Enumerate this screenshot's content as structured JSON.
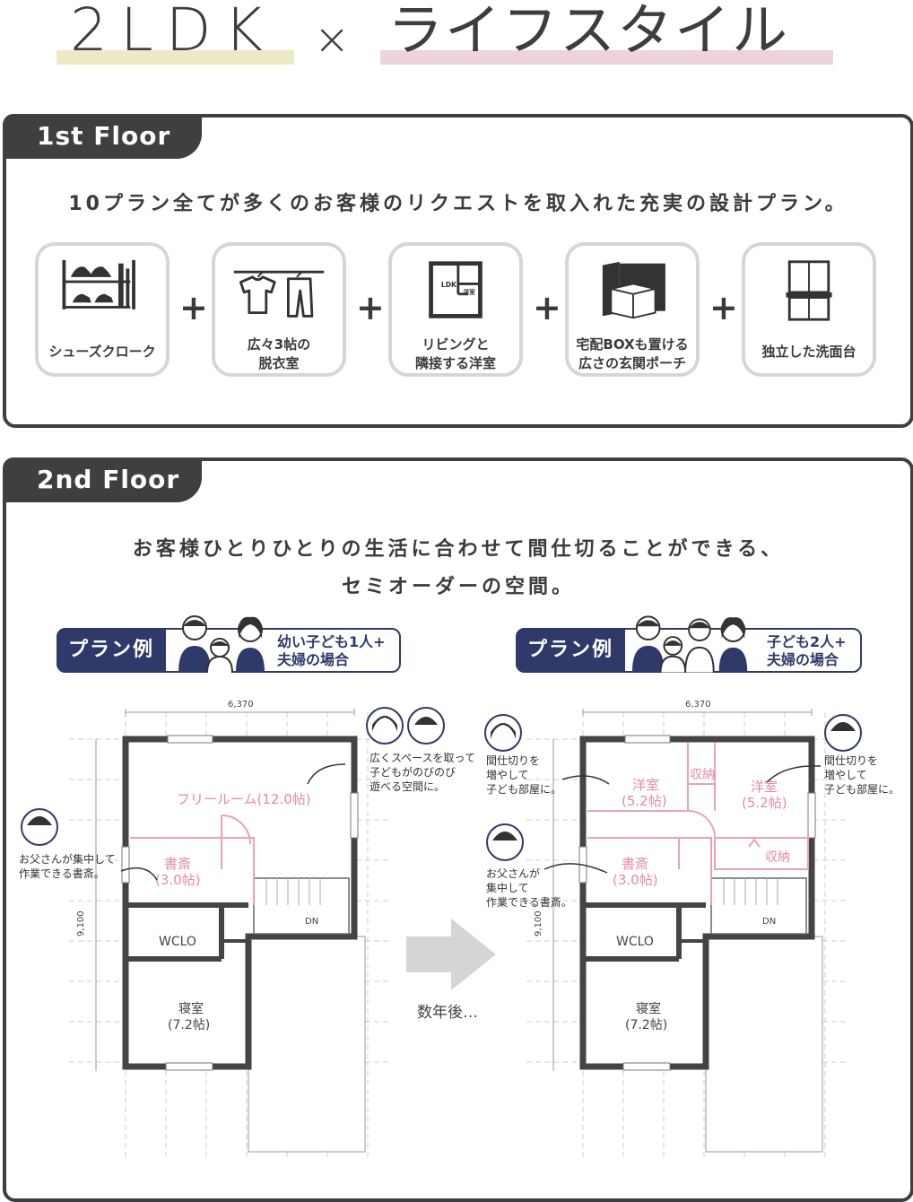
{
  "header": {
    "title_left": "2LDK",
    "title_cross": "×",
    "title_right": "ライフスタイル",
    "highlight_left_color": "#ebeac4",
    "highlight_right_color": "#edd3dc"
  },
  "floor1": {
    "tab": "1st Floor",
    "lead": "10プラン全てが多くのお客様のリクエストを取入れた充実の設計プラン。",
    "features": [
      {
        "icon": "shoe-rack-icon",
        "line1": "シューズクローク",
        "line2": ""
      },
      {
        "icon": "laundry-icon",
        "line1": "広々3帖の",
        "line2": "脱衣室"
      },
      {
        "icon": "floorplan-icon",
        "line1": "リビングと",
        "line2": "隣接する洋室",
        "icon_text_a": "LDK",
        "icon_text_b": "洋室"
      },
      {
        "icon": "delivery-box-icon",
        "line1": "宅配BOXも置ける",
        "line2": "広さの玄関ポーチ"
      },
      {
        "icon": "vanity-icon",
        "line1": "独立した洗面台",
        "line2": ""
      }
    ],
    "plus": "+"
  },
  "floor2": {
    "tab": "2nd Floor",
    "lead_line1": "お客様ひとりひとりの生活に合わせて間仕切ることができる、",
    "lead_line2": "セミオーダーの空間。",
    "arrow_caption": "数年後…",
    "plan_left": {
      "badge": "プラン例",
      "caption_line1": "幼い子ども1人+",
      "caption_line2": "夫婦の場合",
      "dim_width": "6,370",
      "dim_height": "9,100",
      "rooms": {
        "free": "フリールーム(12.0帖)",
        "study": "書斎",
        "study_size": "(3.0帖)",
        "wclo": "WCLO",
        "bed": "寝室",
        "bed_size": "(7.2帖)",
        "dn": "DN"
      },
      "note_kids": [
        "広くスペースを取って",
        "子どもがのびのび",
        "遊べる空間に。"
      ],
      "note_father": [
        "お父さんが集中して",
        "作業できる書斎。"
      ]
    },
    "plan_right": {
      "badge": "プラン例",
      "caption_line1": "子ども2人+",
      "caption_line2": "夫婦の場合",
      "dim_width": "6,370",
      "dim_height": "9,100",
      "rooms": {
        "western1": "洋室",
        "western1_size": "(5.2帖)",
        "storage1": "収納",
        "western2": "洋室",
        "western2_size": "(5.2帖)",
        "storage2": "収納",
        "study": "書斎",
        "study_size": "(3.0帖)",
        "wclo": "WCLO",
        "bed": "寝室",
        "bed_size": "(7.2帖)",
        "dn": "DN"
      },
      "note_left": [
        "間仕切りを",
        "増やして",
        "子ども部屋に。"
      ],
      "note_right": [
        "間仕切りを",
        "増やして",
        "子ども部屋に。"
      ],
      "note_father": [
        "お父さんが",
        "集中して",
        "作業できる書斎。"
      ]
    }
  }
}
